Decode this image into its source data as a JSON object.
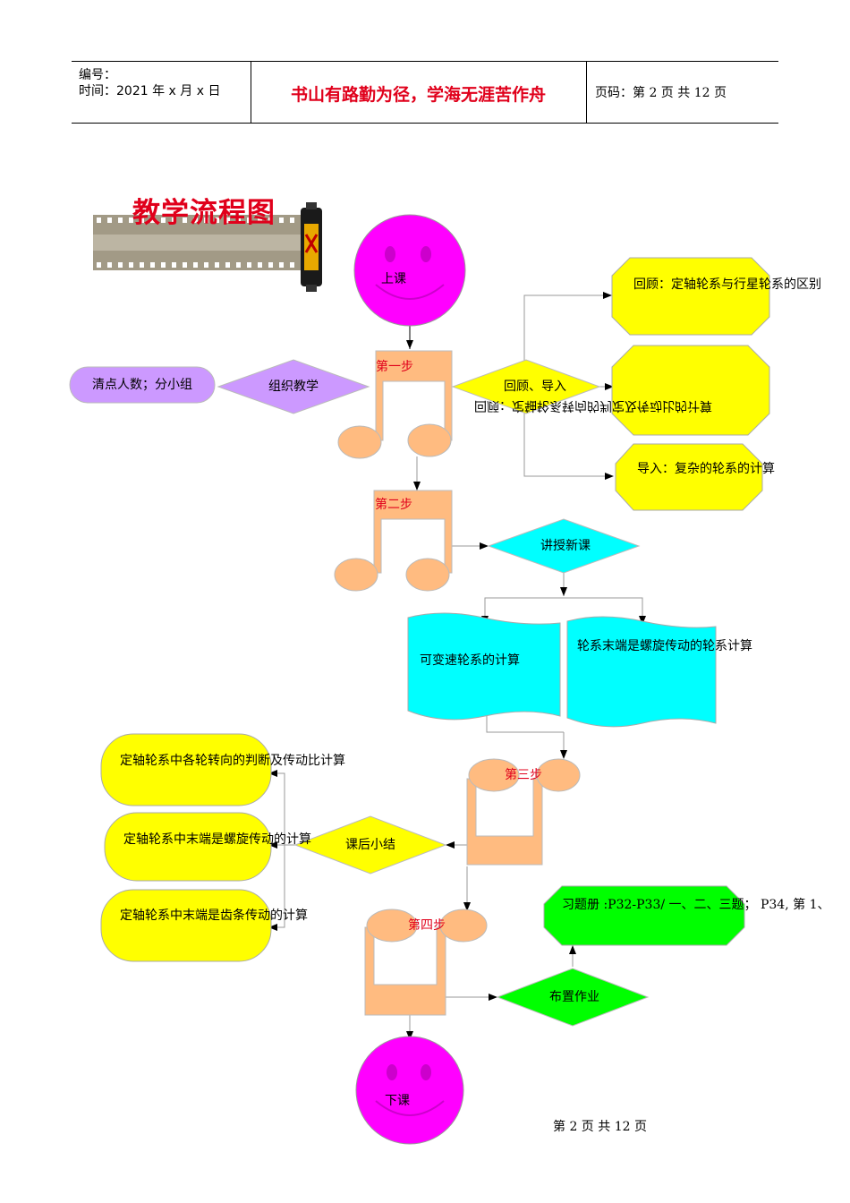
{
  "header": {
    "number_label": "编号：",
    "time_label": "时间：2021 年 x 月 x 日",
    "motto": "书山有路勤为径，学海无涯苦作舟",
    "page_label": "页码：第 2 页  共 12 页"
  },
  "title": "教学流程图",
  "nodes": {
    "start": "上课",
    "step1": "第一步",
    "organize": "组织教学",
    "rollcall": "清点人数；分小组",
    "review_intro": "回顾、导入",
    "review_diff": "回顾：定轴轮系与行星轮系的区别",
    "review_direction": "回顾：定轴轮系转向的判定及传动比的计算",
    "intro_complex": "导入：复杂的轮系的计算",
    "step2": "第二步",
    "teach_new": "讲授新课",
    "variable_speed": "可变速轮系的计算",
    "screw_end": "轮系末端是螺旋传动的轮系计算",
    "step3": "第三步",
    "summary": "课后小结",
    "sum1": "定轴轮系中各轮转向的判断及传动比计算",
    "sum2": "定轴轮系中末端是螺旋传动的计算",
    "sum3": "定轴轮系中末端是齿条传动的计算",
    "step4": "第四步",
    "homework": "布置作业",
    "homework_detail": "习题册 :P32-P33/ 一、二、三题； P34, 第 1、",
    "end": "下课"
  },
  "footer": "第 2 页 共 12 页",
  "colors": {
    "magenta": "#ff00ff",
    "yellow": "#ffff00",
    "cyan": "#00ffff",
    "green": "#00ff00",
    "lavender": "#cc99ff",
    "peach": "#ffbb80",
    "red": "#e0001b"
  }
}
